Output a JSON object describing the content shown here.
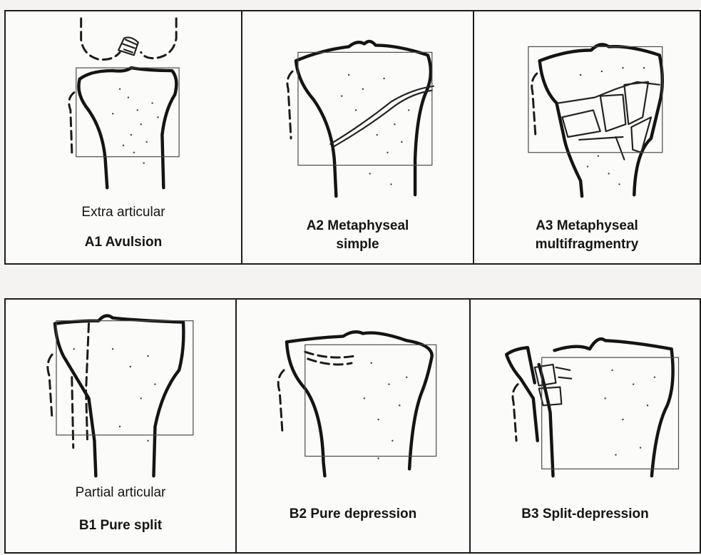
{
  "panels_row_a": [
    {
      "id": "A1",
      "sub": "Extra articular",
      "label_line1": "A1  Avulsion",
      "label_line2": ""
    },
    {
      "id": "A2",
      "sub": "",
      "label_line1": "A2 Metaphyseal",
      "label_line2": "simple"
    },
    {
      "id": "A3",
      "sub": "",
      "label_line1": "A3 Metaphyseal",
      "label_line2": "multifragmentry"
    }
  ],
  "panels_row_b": [
    {
      "id": "B1",
      "sub": "Partial articular",
      "label_line1": "B1 Pure split",
      "label_line2": ""
    },
    {
      "id": "B2",
      "sub": "",
      "label_line1": "B2 Pure depression",
      "label_line2": ""
    },
    {
      "id": "B3",
      "sub": "",
      "label_line1": "B3 Split-depression",
      "label_line2": ""
    }
  ]
}
